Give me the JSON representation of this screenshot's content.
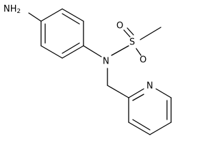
{
  "structure": {
    "atom_labels": {
      "amine": "NH2",
      "amine_main": "NH",
      "amine_sub": "2",
      "sulfonamide_n": "N",
      "sulfur": "S",
      "oxygen_top": "O",
      "oxygen_bottom": "O",
      "pyridine_n": "N"
    }
  }
}
